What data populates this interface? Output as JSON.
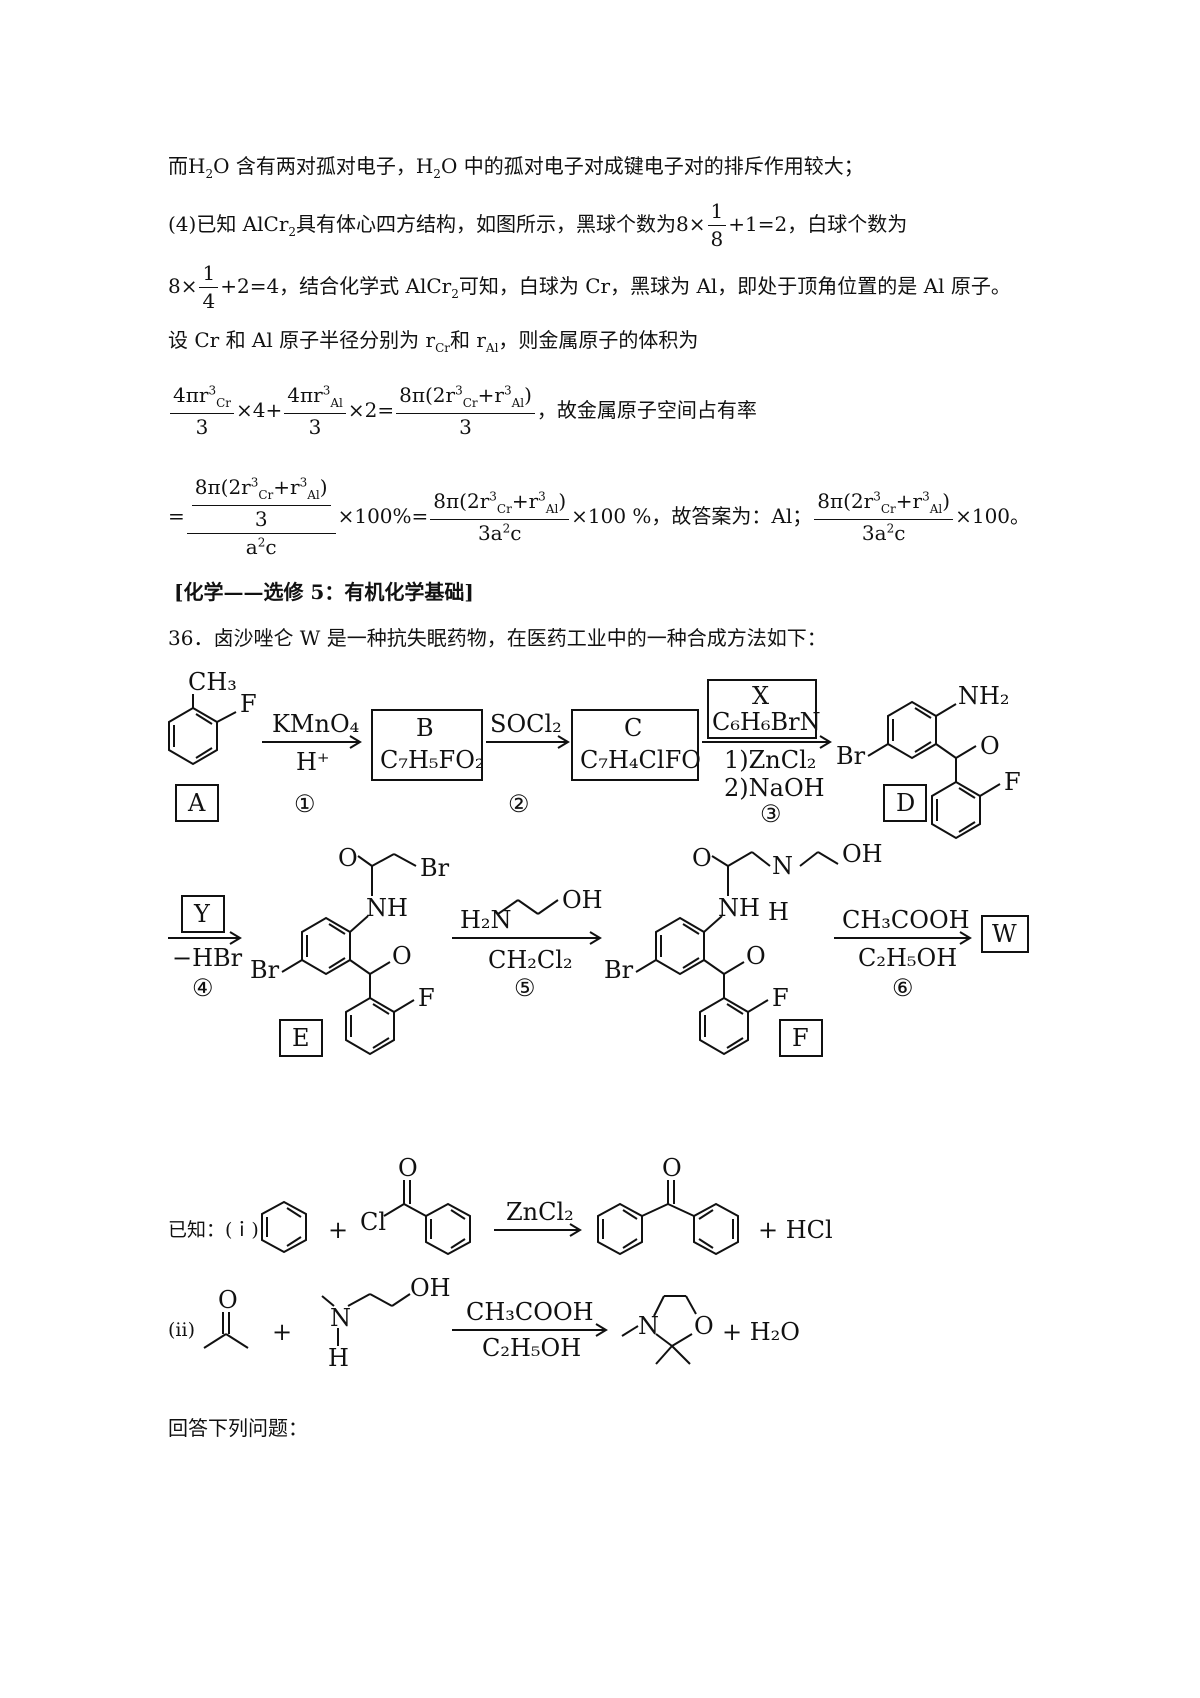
{
  "p1": {
    "text_a": "而H",
    "text_b": "O 含有两对孤对电子，H",
    "text_c": "O 中的孤对电子对成键电子对的排斥作用较大；",
    "sub2": "2"
  },
  "p2": {
    "prefix": "(4)已知 AlCr",
    "mid": "具有体心四方结构，如图所示，黑球个数为",
    "expr": "8×",
    "num": "1",
    "den": "8",
    "tail": "+1=2，白球个数为",
    "sub2": "2"
  },
  "p3": {
    "expr": "8×",
    "num": "1",
    "den": "4",
    "tail": "+2=4，结合化学式 AlCr",
    "sub2": "2",
    "tail2": "可知，白球为 Cr，黑球为 Al，即处于顶角位置的是 Al 原子。"
  },
  "p4": {
    "text": "设 Cr 和 Al 原子半径分别为 r",
    "cr": "Cr",
    "and": "和 r",
    "al": "Al",
    "tail": "，则金属原子的体积为"
  },
  "p5": {
    "f1_num": "4πr",
    "f1_den": "3",
    "cr": "Cr",
    "al": "Al",
    "cube": "3",
    "times4": "×4+",
    "f2_num": "4πr",
    "f2_den": "3",
    "times2": "×2=",
    "f3_num": "8π(2r",
    "f3_plus": "+r",
    "f3_end": ")",
    "f3_den": "3",
    "tail": "，故金属原子空间占有率"
  },
  "p6": {
    "eq": "=",
    "inner_num": "8π(2r",
    "inner_plus": "+r",
    "inner_end": ")",
    "inner_den": "3",
    "outer_den": "a",
    "outer_den2": "c",
    "sq": "2",
    "pct": "×100%=",
    "g_num": "8π",
    "g_a": "(2r",
    "g_plus": "+r",
    "g_end": ")",
    "g_den": "3a",
    "g_c": "c",
    "pct2": "×100 %，故答案为：Al；",
    "pct3": "×100。"
  },
  "heading": "[化学——选修 5：有机化学基础]",
  "q36": "36．卤沙唑仑 W 是一种抗失眠药物，在医药工业中的一种合成方法如下：",
  "scheme1": {
    "A": "A",
    "B": "B",
    "B_formula": "C₇H₅FO₂",
    "C": "C",
    "C_formula": "C₇H₄ClFO",
    "X": "X",
    "X_formula": "C₆H₆BrN",
    "D": "D",
    "r1_top": "KMnO₄",
    "r1_bot": "H⁺",
    "r1_num": "①",
    "r2_top": "SOCl₂",
    "r2_num": "②",
    "r3_a": "1)ZnCl₂",
    "r3_b": "2)NaOH",
    "r3_num": "③",
    "CH3": "CH₃",
    "F": "F",
    "Br": "Br",
    "NH2": "NH₂",
    "O": "O"
  },
  "scheme2": {
    "Y": "Y",
    "r4_bot": "−HBr",
    "r4_num": "④",
    "E": "E",
    "r5_top": "H₂N",
    "r5_oh": "OH",
    "r5_bot": "CH₂Cl₂",
    "r5_num": "⑤",
    "F_label": "F",
    "r6_top": "CH₃COOH",
    "r6_bot": "C₂H₅OH",
    "r6_num": "⑥",
    "W": "W",
    "NH": "NH",
    "H": "H",
    "N": "N",
    "OH": "OH",
    "Br": "Br",
    "O": "O",
    "F": "F"
  },
  "known": {
    "label": "已知：(ｉ)",
    "plus": "+",
    "Cl": "Cl",
    "O": "O",
    "ZnCl2": "ZnCl₂",
    "HCl": "+ HCl",
    "label2": "(ⅱ)",
    "N": "N",
    "H": "H",
    "OH": "OH",
    "reag_top": "CH₃COOH",
    "reag_bot": "C₂H₅OH",
    "O2": "O",
    "H2O": "+ H₂O"
  },
  "footer": "回答下列问题："
}
